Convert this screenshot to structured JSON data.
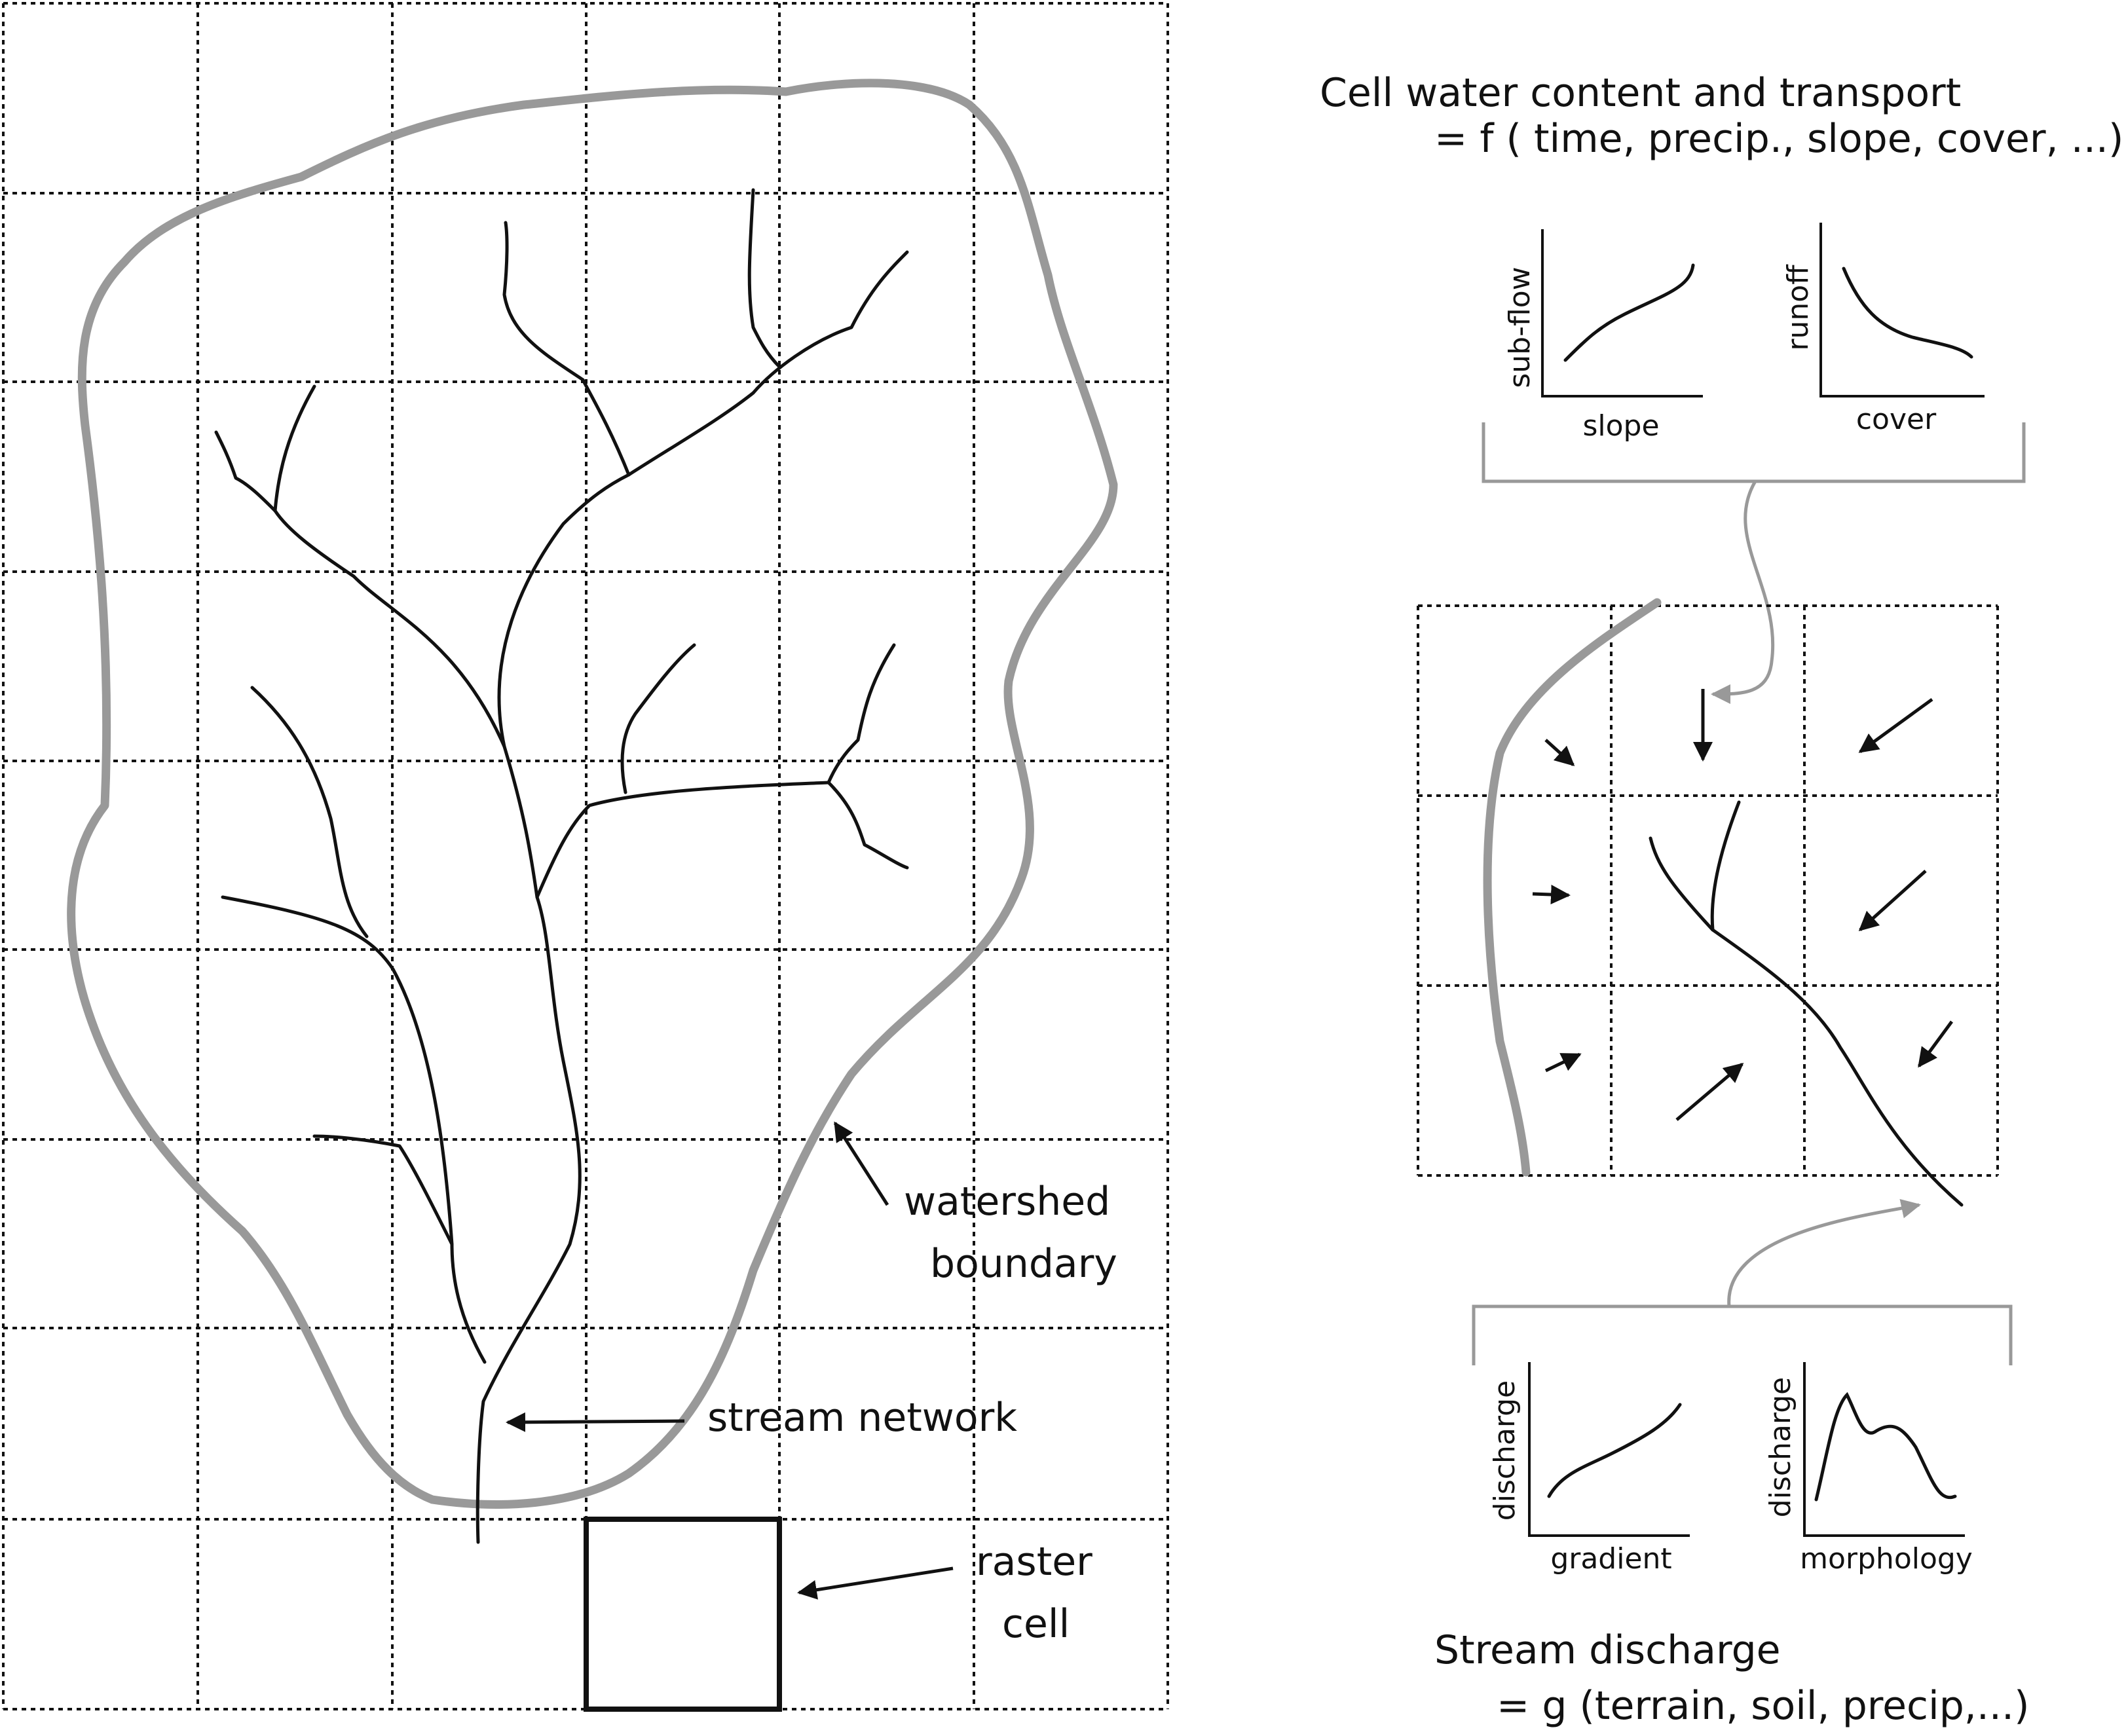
{
  "labels": {
    "watershed_boundary_line1": "watershed",
    "watershed_boundary_line2": "boundary",
    "stream_network": "stream network",
    "raster_cell_line1": "raster",
    "raster_cell_line2": "cell"
  },
  "cell_equation": {
    "line1": "Cell water content and transport",
    "line2": "= f ( time, precip., slope, cover, ...)"
  },
  "cell_graphs": [
    {
      "ylabel": "sub-flow",
      "xlabel": "slope"
    },
    {
      "ylabel": "runoff",
      "xlabel": "cover"
    }
  ],
  "stream_graphs": [
    {
      "ylabel": "discharge",
      "xlabel": "gradient"
    },
    {
      "ylabel": "discharge",
      "xlabel": "morphology"
    }
  ],
  "stream_equation": {
    "line1": "Stream discharge",
    "line2": "= g (terrain, soil, precip,...)"
  },
  "colors": {
    "ink": "#111111",
    "boundary_gray": "#999999"
  }
}
